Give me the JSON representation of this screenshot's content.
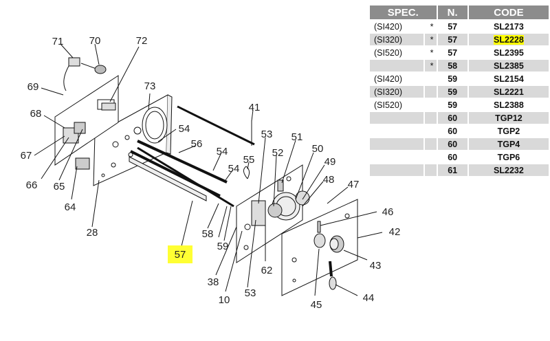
{
  "table": {
    "headers": [
      "SPEC.",
      "N.",
      "CODE"
    ],
    "rows": [
      {
        "spec": "(SI420)",
        "star": "*",
        "n": "57",
        "code": "SL2173",
        "highlight": false
      },
      {
        "spec": "(SI320)",
        "star": "*",
        "n": "57",
        "code": "SL2228",
        "highlight": true
      },
      {
        "spec": "(SI520)",
        "star": "*",
        "n": "57",
        "code": "SL2395",
        "highlight": false
      },
      {
        "spec": "",
        "star": "*",
        "n": "58",
        "code": "SL2385",
        "highlight": false
      },
      {
        "spec": "(SI420)",
        "star": "",
        "n": "59",
        "code": "SL2154",
        "highlight": false
      },
      {
        "spec": "(SI320)",
        "star": "",
        "n": "59",
        "code": "SL2221",
        "highlight": false
      },
      {
        "spec": "(SI520)",
        "star": "",
        "n": "59",
        "code": "SL2388",
        "highlight": false
      },
      {
        "spec": "",
        "star": "",
        "n": "60",
        "code": "TGP12",
        "highlight": false
      },
      {
        "spec": "",
        "star": "",
        "n": "60",
        "code": "TGP2",
        "highlight": false
      },
      {
        "spec": "",
        "star": "",
        "n": "60",
        "code": "TGP4",
        "highlight": false
      },
      {
        "spec": "",
        "star": "",
        "n": "60",
        "code": "TGP6",
        "highlight": false
      },
      {
        "spec": "",
        "star": "",
        "n": "61",
        "code": "SL2232",
        "highlight": false
      }
    ]
  },
  "callouts": {
    "c71": "71",
    "c70": "70",
    "c72": "72",
    "c69": "69",
    "c68": "68",
    "c67": "67",
    "c66": "66",
    "c65": "65",
    "c64": "64",
    "c28": "28",
    "c73": "73",
    "c54a": "54",
    "c56": "56",
    "c54b": "54",
    "c54c": "54",
    "c41": "41",
    "c55": "55",
    "c58": "58",
    "c59": "59",
    "c57": "57",
    "c38": "38",
    "c10": "10",
    "c53a": "53",
    "c52": "52",
    "c51": "51",
    "c50": "50",
    "c49": "49",
    "c48": "48",
    "c47": "47",
    "c62": "62",
    "c53b": "53",
    "c46": "46",
    "c42": "42",
    "c43": "43",
    "c45": "45",
    "c44": "44"
  },
  "highlight_color": "#ffff00"
}
